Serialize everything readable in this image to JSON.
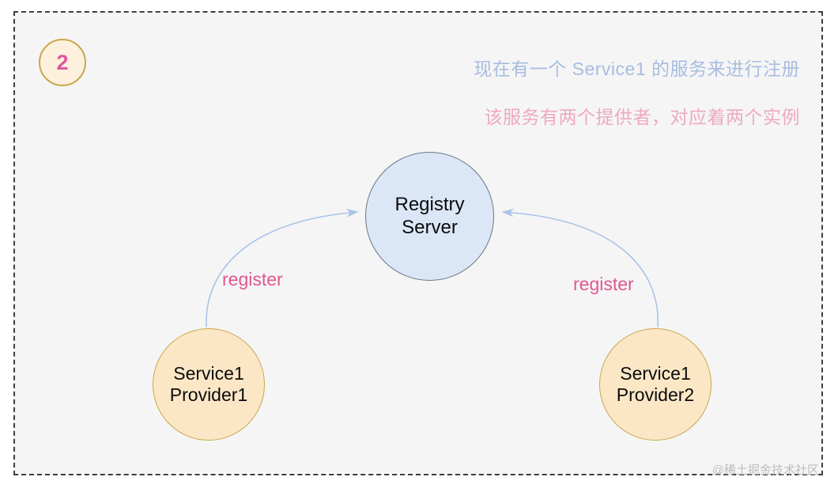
{
  "frame": {
    "border_style": "dashed",
    "border_color": "#3f3f3f",
    "background": "#f5f5f5"
  },
  "badge": {
    "number": "2",
    "fill": "#fdf0dd",
    "border_color": "#c8a84b",
    "text_color": "#e0569a"
  },
  "annotations": [
    {
      "text": "现在有一个 Service1 的服务来进行注册",
      "color": "#a8bde0"
    },
    {
      "text": "该服务有两个提供者，对应着两个实例",
      "color": "#eda9c0"
    }
  ],
  "nodes": {
    "registry": {
      "line1": "Registry",
      "line2": "Server",
      "fill": "#dbe7f7",
      "border_color": "#6a7585"
    },
    "provider1": {
      "line1": "Service1",
      "line2": "Provider1",
      "fill": "#fbe7c6",
      "border_color": "#c8a84b"
    },
    "provider2": {
      "line1": "Service1",
      "line2": "Provider2",
      "fill": "#fbe7c6",
      "border_color": "#c8a84b"
    }
  },
  "edges": [
    {
      "label": "register",
      "from": "provider1",
      "to": "registry",
      "color": "#e0578f",
      "stroke": "#a9c4e8"
    },
    {
      "label": "register",
      "from": "provider2",
      "to": "registry",
      "color": "#e0578f",
      "stroke": "#a9c4e8"
    }
  ],
  "watermark": {
    "text": "@稀土掘金技术社区",
    "color": "#bdbdbd"
  }
}
